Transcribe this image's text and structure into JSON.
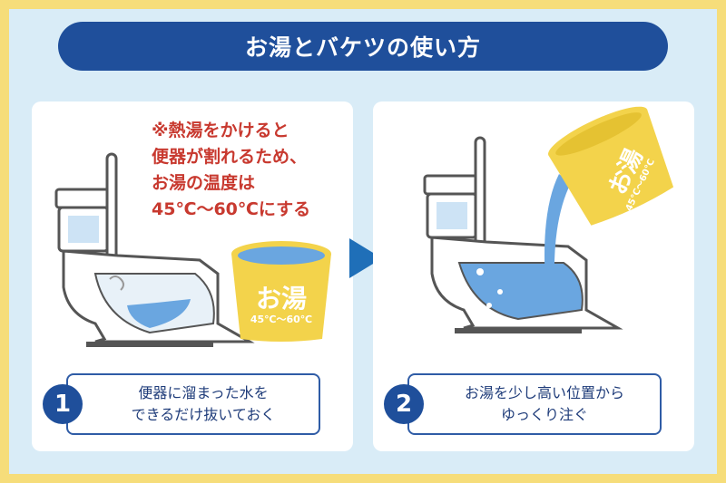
{
  "title": "お湯とバケツの使い方",
  "warning": {
    "lines": [
      "※熱湯をかけると",
      "便器が割れるため、",
      "お湯の温度は",
      "45℃〜60℃にする"
    ]
  },
  "step1": {
    "number": "1",
    "lines": [
      "便器に溜まった水を",
      "できるだけ抜いておく"
    ]
  },
  "step2": {
    "number": "2",
    "lines": [
      "お湯を少し高い位置から",
      "ゆっくり注ぐ"
    ]
  },
  "bucket1": {
    "label": "お湯",
    "temp": "45℃〜60℃"
  },
  "bucket2": {
    "label": "お湯",
    "temp": "45℃〜60℃"
  },
  "colors": {
    "border": "#f6dd7a",
    "background": "#d9ecf7",
    "title_bg": "#1f4f9b",
    "warning_text": "#c8392f",
    "water": "#6aa6e0",
    "bucket": "#f3d34b",
    "arrow": "#1f6fb8"
  }
}
